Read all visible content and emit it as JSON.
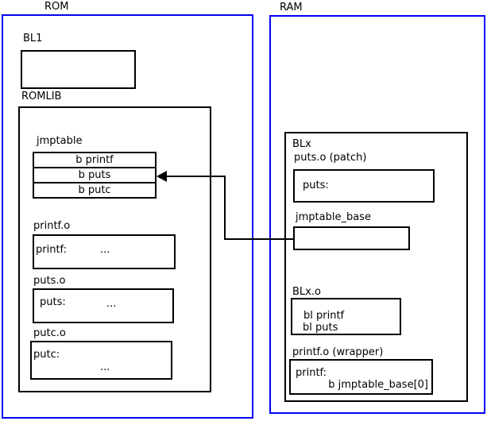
{
  "rom": {
    "title": "ROM",
    "bl1_label": "BL1",
    "romlib_label": "ROMLIB",
    "jmptable_label": "jmptable",
    "jmptable_rows": [
      "b printf",
      "b puts",
      "b putc"
    ],
    "printf_o": {
      "label": "printf.o",
      "symbol": "printf:",
      "body": "..."
    },
    "puts_o": {
      "label": "puts.o",
      "symbol": "puts:",
      "body": "..."
    },
    "putc_o": {
      "label": "putc.o",
      "symbol": "putc:",
      "body": "..."
    }
  },
  "ram": {
    "title": "RAM",
    "blx_label": "BLx",
    "puts_patch": {
      "label": "puts.o (patch)",
      "symbol": "puts:"
    },
    "jmptable_base_label": "jmptable_base",
    "blx_o": {
      "label": "BLx.o",
      "lines": [
        "bl printf",
        "bl puts"
      ]
    },
    "printf_wrapper": {
      "label": "printf.o (wrapper)",
      "symbol": "printf:",
      "branch": "b jmptable_base[0]"
    }
  },
  "colors": {
    "frame_blue": "#0202f2",
    "line_black": "#000000",
    "background": "#ffffff"
  }
}
